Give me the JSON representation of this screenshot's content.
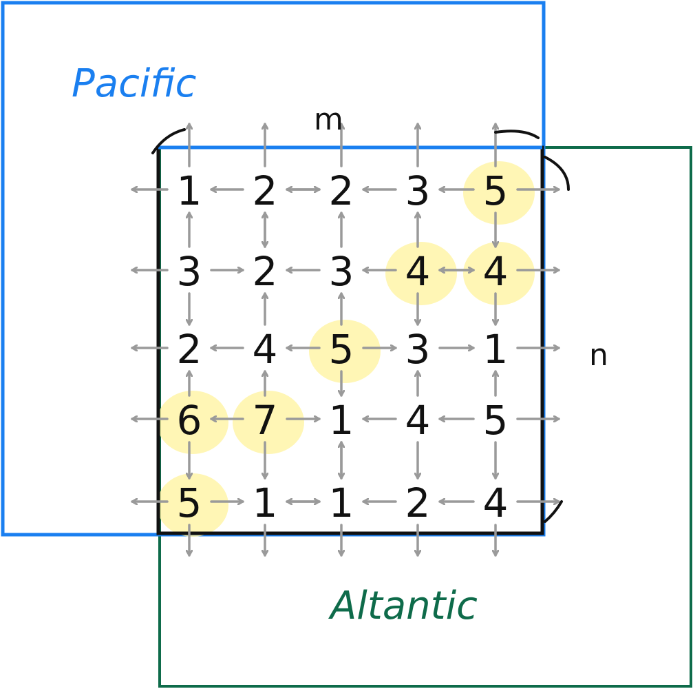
{
  "labels": {
    "pacific": "Pacific",
    "atlantic": "Altantic",
    "m": "m",
    "n": "n"
  },
  "colors": {
    "pacific": "#1a7ff0",
    "atlantic": "#0e6b4a",
    "grid": "#111111",
    "arrow": "#9a9a9a",
    "highlight": "#fff4a8"
  },
  "heights": [
    [
      "1",
      "2",
      "2",
      "3",
      "5"
    ],
    [
      "3",
      "2",
      "3",
      "4",
      "4"
    ],
    [
      "2",
      "4",
      "5",
      "3",
      "1"
    ],
    [
      "6",
      "7",
      "1",
      "4",
      "5"
    ],
    [
      "5",
      "1",
      "1",
      "2",
      "4"
    ]
  ],
  "highlighted_cells": [
    [
      0,
      4
    ],
    [
      1,
      3
    ],
    [
      1,
      4
    ],
    [
      2,
      2
    ],
    [
      3,
      0
    ],
    [
      3,
      1
    ],
    [
      4,
      0
    ]
  ]
}
